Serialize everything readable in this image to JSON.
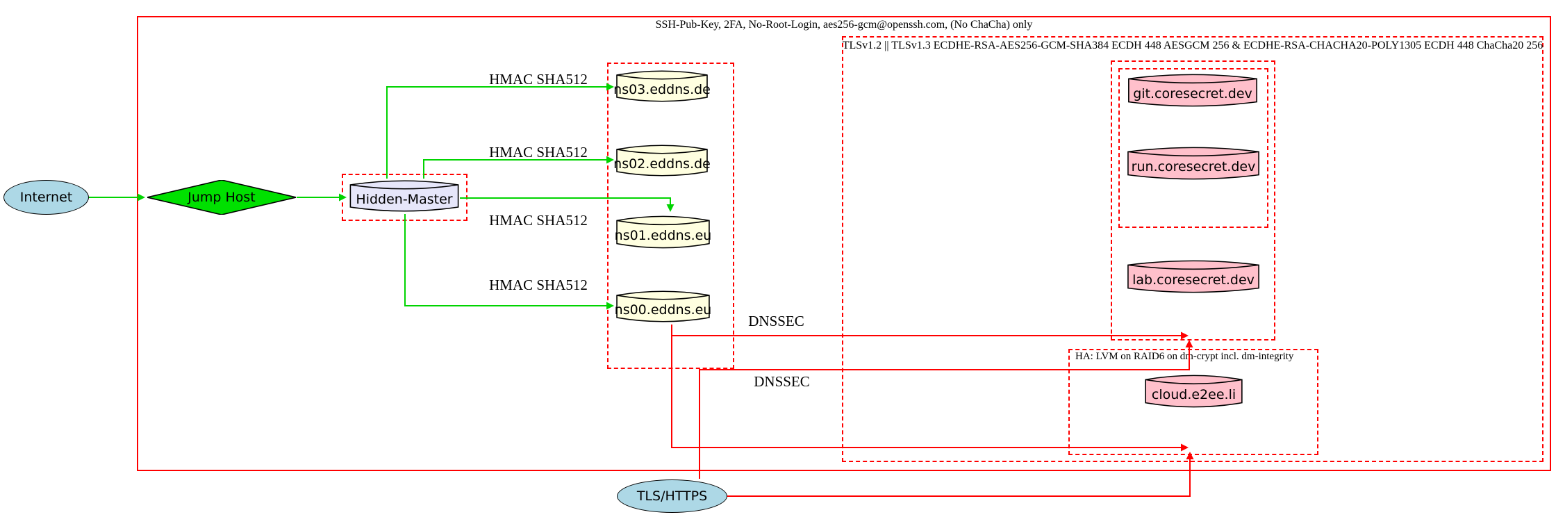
{
  "diagram": {
    "cluster_labels": {
      "ssh": "SSH-Pub-Key, 2FA, No-Root-Login, aes256-gcm@openssh.com, (No ChaCha) only",
      "tls": "TLSv1.2 || TLSv1.3 ECDHE-RSA-AES256-GCM-SHA384 ECDH 448 AESGCM 256 & ECDHE-RSA-CHACHA20-POLY1305 ECDH 448 ChaCha20 256",
      "ha": "HA: LVM on RAID6 on dm-crypt incl. dm-integrity"
    },
    "nodes": {
      "internet": {
        "label": "Internet",
        "shape": "ellipse",
        "fill": "#add8e6"
      },
      "jump_host": {
        "label": "Jump Host",
        "shape": "diamond",
        "fill": "#00e000"
      },
      "hidden_master": {
        "label": "Hidden-Master",
        "shape": "cylinder",
        "fill": "#e6e6fa"
      },
      "ns03": {
        "label": "ns03.eddns.de",
        "shape": "cylinder",
        "fill": "#ffffe0"
      },
      "ns02": {
        "label": "ns02.eddns.de",
        "shape": "cylinder",
        "fill": "#ffffe0"
      },
      "ns01": {
        "label": "ns01.eddns.eu",
        "shape": "cylinder",
        "fill": "#ffffe0"
      },
      "ns00": {
        "label": "ns00.eddns.eu",
        "shape": "cylinder",
        "fill": "#ffffe0"
      },
      "git": {
        "label": "git.coresecret.dev",
        "shape": "cylinder",
        "fill": "#ffc0cb"
      },
      "run": {
        "label": "run.coresecret.dev",
        "shape": "cylinder",
        "fill": "#ffc0cb"
      },
      "lab": {
        "label": "lab.coresecret.dev",
        "shape": "cylinder",
        "fill": "#ffc0cb"
      },
      "cloud": {
        "label": "cloud.e2ee.li",
        "shape": "cylinder",
        "fill": "#ffc0cb"
      },
      "tls_https": {
        "label": "TLS/HTTPS",
        "shape": "ellipse",
        "fill": "#add8e6"
      }
    },
    "edge_labels": {
      "hmac_ns03": "HMAC SHA512",
      "hmac_ns02": "HMAC SHA512",
      "hmac_ns01": "HMAC SHA512",
      "hmac_ns00": "HMAC SHA512",
      "dnssec_1": "DNSSEC",
      "dnssec_2": "DNSSEC"
    },
    "edges": [
      {
        "from": "internet",
        "to": "jump_host",
        "color": "green"
      },
      {
        "from": "jump_host",
        "to": "hidden_master",
        "color": "green"
      },
      {
        "from": "hidden_master",
        "to": "ns03",
        "color": "green",
        "label": "HMAC SHA512"
      },
      {
        "from": "hidden_master",
        "to": "ns02",
        "color": "green",
        "label": "HMAC SHA512"
      },
      {
        "from": "hidden_master",
        "to": "ns01",
        "color": "green",
        "label": "HMAC SHA512"
      },
      {
        "from": "hidden_master",
        "to": "ns00",
        "color": "green",
        "label": "HMAC SHA512"
      },
      {
        "from": "ns00",
        "to": "coresecret-cluster",
        "color": "red",
        "label": "DNSSEC"
      },
      {
        "from": "ns00",
        "to": "ha-cluster",
        "color": "red",
        "label": "DNSSEC"
      },
      {
        "from": "tls_https",
        "to": "coresecret-cluster",
        "color": "red"
      },
      {
        "from": "tls_https",
        "to": "ha-cluster",
        "color": "red"
      }
    ],
    "colors": {
      "cluster_border": "#ff0000",
      "green_edge": "#00d400",
      "node_green": "#00e000",
      "node_blue": "#add8e6",
      "node_yellow": "#ffffe0",
      "node_lavender": "#e6e6fa",
      "node_pink": "#ffc0cb"
    }
  }
}
